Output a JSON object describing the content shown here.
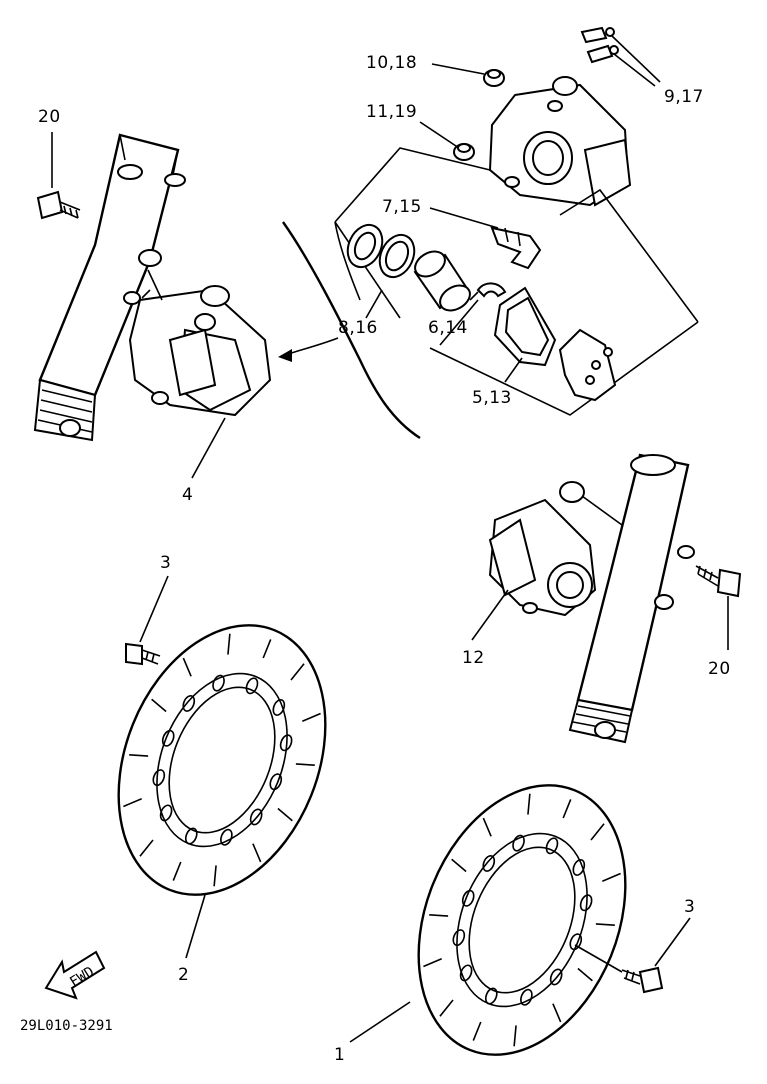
{
  "diagram": {
    "labels": {
      "p1": "1",
      "p2": "2",
      "p3a": "3",
      "p3b": "3",
      "p4": "4",
      "p5_13": "5,13",
      "p6_14": "6,14",
      "p7_15": "7,15",
      "p8_16": "8,16",
      "p9_17": "9,17",
      "p10_18": "10,18",
      "p11_19": "11,19",
      "p12": "12",
      "p20a": "20",
      "p20b": "20"
    },
    "fwd_label": "FWD",
    "drawing_code": "29L010-3291"
  }
}
